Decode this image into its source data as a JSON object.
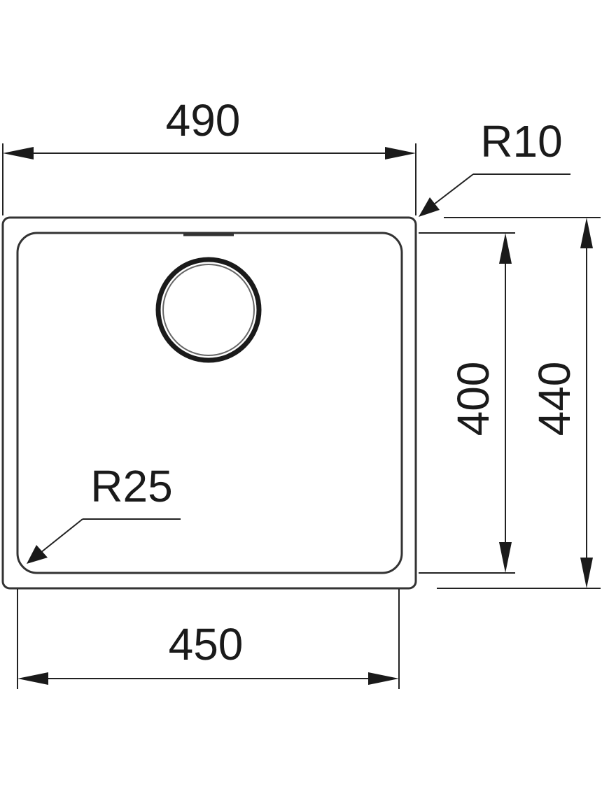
{
  "drawing": {
    "dimensions": {
      "outer_width": "490",
      "inner_width": "450",
      "inner_height": "400",
      "outer_height": "440",
      "outer_corner_radius": "R10",
      "inner_corner_radius": "R25"
    }
  }
}
